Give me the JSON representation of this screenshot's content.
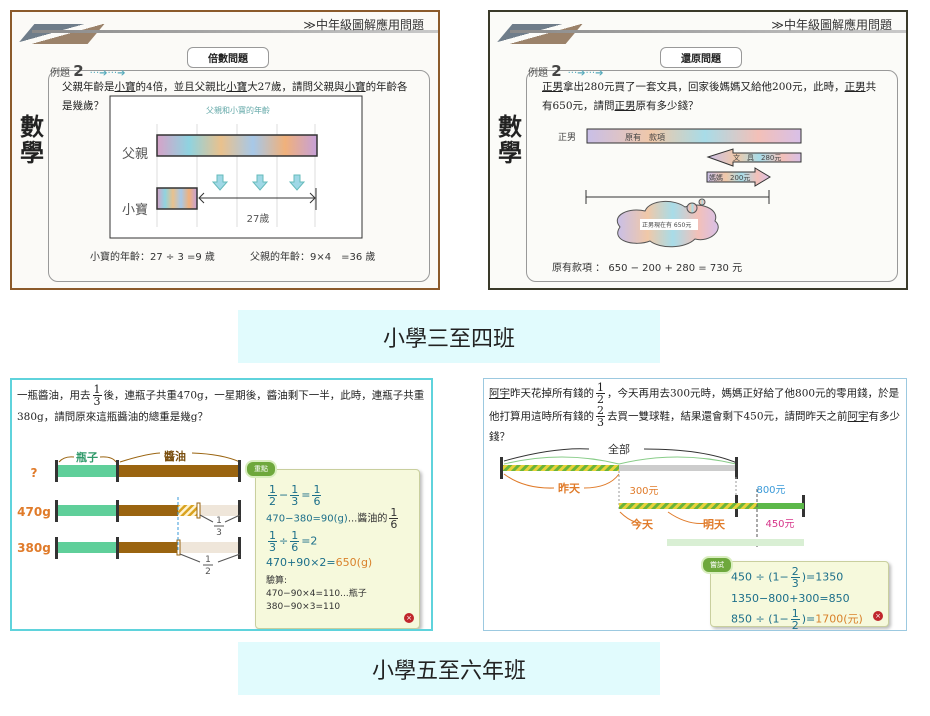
{
  "header_title": "≫中年級圖解應用問題",
  "subject": "數學",
  "example_label": "例題",
  "example_number": "2",
  "panel1": {
    "topic": "倍數問題",
    "question": [
      "父親年齡是",
      "小寶",
      "的4倍，並且父親比",
      "小寶",
      "大27歲，請問父親與",
      "小寶",
      "的年齡各是幾歲？"
    ],
    "diagram_title": "父親和小寶的年齡",
    "father_label": "父親",
    "child_label": "小寶",
    "difference_label": "27歲",
    "answer_child": "小寶的年齡：27 ÷ 3 =9 歲",
    "answer_father": "父親的年齡：9×4　=36 歲"
  },
  "panel2": {
    "topic": "還原問題",
    "question": [
      "正男",
      "拿出280元買了一套文具，回家後媽媽又給他200元，此時，",
      "正男",
      "共有650元，請問",
      "正男",
      "原有多少錢？"
    ],
    "name_label": "正男",
    "original_bar": "原有　款項",
    "stationery_arrow": "文　具　280元",
    "mom_arrow": "媽媽　200元",
    "cloud_text": "正男現在有 650元",
    "answer": "原有款項 ： 650 − 200 + 280 = 730 元"
  },
  "label_top": "小學三至四班",
  "panel3": {
    "question_a": "一瓶醬油，用去",
    "question_frac": [
      "1",
      "3"
    ],
    "question_b": "後，連瓶子共重470g，一星期後，醬油剩下一半，此時，連瓶子共重380g，請問原來這瓶醬油的總重是幾g？",
    "bottle_label": "瓶子",
    "soy_label": "醬油",
    "row_labels": [
      "?",
      "470g",
      "380g"
    ],
    "frac_third": [
      "1",
      "3"
    ],
    "frac_half": [
      "1",
      "2"
    ],
    "note_tag": "重點",
    "note_lines": {
      "l1": {
        "a": [
          "1",
          "2"
        ],
        "op": "−",
        "b": [
          "1",
          "3"
        ],
        "eq": "=",
        "c": [
          "1",
          "6"
        ]
      },
      "l2": {
        "text": "470−380=90(g)",
        "suffix": "...醬油的",
        "frac": [
          "1",
          "6"
        ]
      },
      "l3": {
        "a": [
          "1",
          "3"
        ],
        "op": "÷",
        "b": [
          "1",
          "6"
        ],
        "rest": "=2"
      },
      "l4": {
        "text": "470+90×2=",
        "result": "650(g)"
      },
      "check_title": "驗算:",
      "check1": "470−90×4=110...瓶子",
      "check2": "380−90×3=110"
    },
    "close_icon": "×"
  },
  "panel4": {
    "name": "阿宇",
    "q1": "昨天花掉所有錢的",
    "f1": [
      "1",
      "2"
    ],
    "q2": "，今天再用去300元時，媽媽正好給了他800元的零用錢，於是他打算用這時所有錢的",
    "f2": [
      "2",
      "3"
    ],
    "q3": "去買一雙球鞋，結果還會剩下450元，請問昨天之前",
    "q4": "有多少錢？",
    "all_label": "全部",
    "yesterday": "昨天",
    "today": "今天",
    "tomorrow": "明天",
    "amt300": "300元",
    "amt800": "800元",
    "amt450": "450元",
    "note_tag": "嘗試",
    "l1": {
      "pre": "450 ÷ (1−",
      "frac": [
        "2",
        "3"
      ],
      "post": ")=1350"
    },
    "l2": "1350−800+300=850",
    "l3": {
      "pre": "850 ÷ (1−",
      "frac": [
        "1",
        "2"
      ],
      "post": ")=",
      "result": "1700(元)"
    },
    "close_icon": "×"
  },
  "label_bottom": "小學五至六年班",
  "colors": {
    "bottle": "#5fcf9a",
    "soy": "#9a6410",
    "hatch": "#d9a321",
    "label_bg": "#e1fbfd",
    "note_bg": "#f6f9dc"
  }
}
